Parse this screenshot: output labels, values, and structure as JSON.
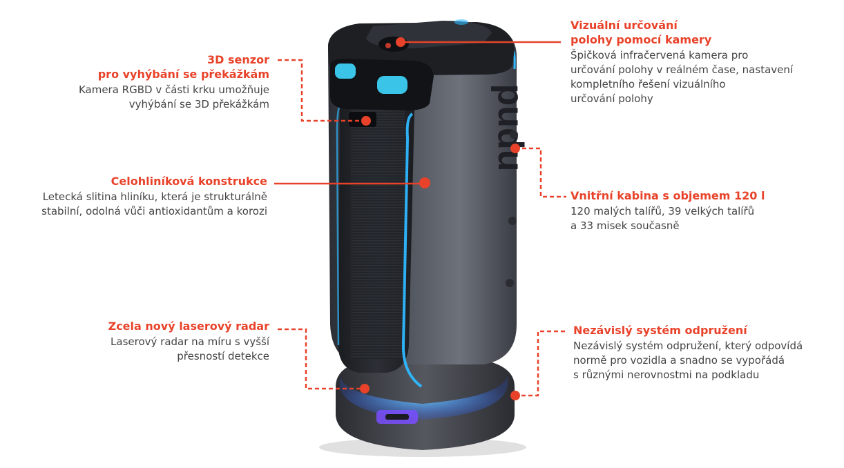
{
  "brand_mark": "pudu",
  "callouts": {
    "sensor3d": {
      "title_line1": "3D senzor",
      "title_line2": "pro vyhýbání se překážkám",
      "desc_line1": "Kamera RGBD v části krku umožňuje",
      "desc_line2": "vyhýbání se 3D překážkám"
    },
    "camera": {
      "title_line1": "Vizuální určování",
      "title_line2": "polohy pomocí kamery",
      "desc_line1": "Špičková infračervená kamera pro",
      "desc_line2": "určování polohy v reálném čase, nastavení",
      "desc_line3": "kompletního řešení vizuálního",
      "desc_line4": "určování polohy"
    },
    "aluminium": {
      "title_line1": "Celohliníková konstrukce",
      "desc_line1": "Letecká slitina hliníku, která je strukturálně",
      "desc_line2": "stabilní, odolná vůči antioxidantům a korozi"
    },
    "cabin": {
      "title_line1": "Vnitřní kabina s objemem 120 l",
      "desc_line1": "120 malých talířů, 39 velkých talířů",
      "desc_line2": "a 33 misek současně"
    },
    "lidar": {
      "title_line1": "Zcela nový laserový radar",
      "desc_line1": "Laserový radar na míru s vyšší",
      "desc_line2": "přesností detekce"
    },
    "suspension": {
      "title_line1": "Nezávislý systém odpružení",
      "desc_line1": "Nezávislý systém odpružení, který odpovídá",
      "desc_line2": "normě pro vozidla a snadno se vypořádá",
      "desc_line3": "s různými nerovnostmi na podkladu"
    }
  },
  "colors": {
    "accent": "#e8432a",
    "body_dark": "#3a3d44",
    "body_light": "#6b6f78",
    "glow": "#2fb8ff",
    "base_glow": "#7a4dff"
  }
}
